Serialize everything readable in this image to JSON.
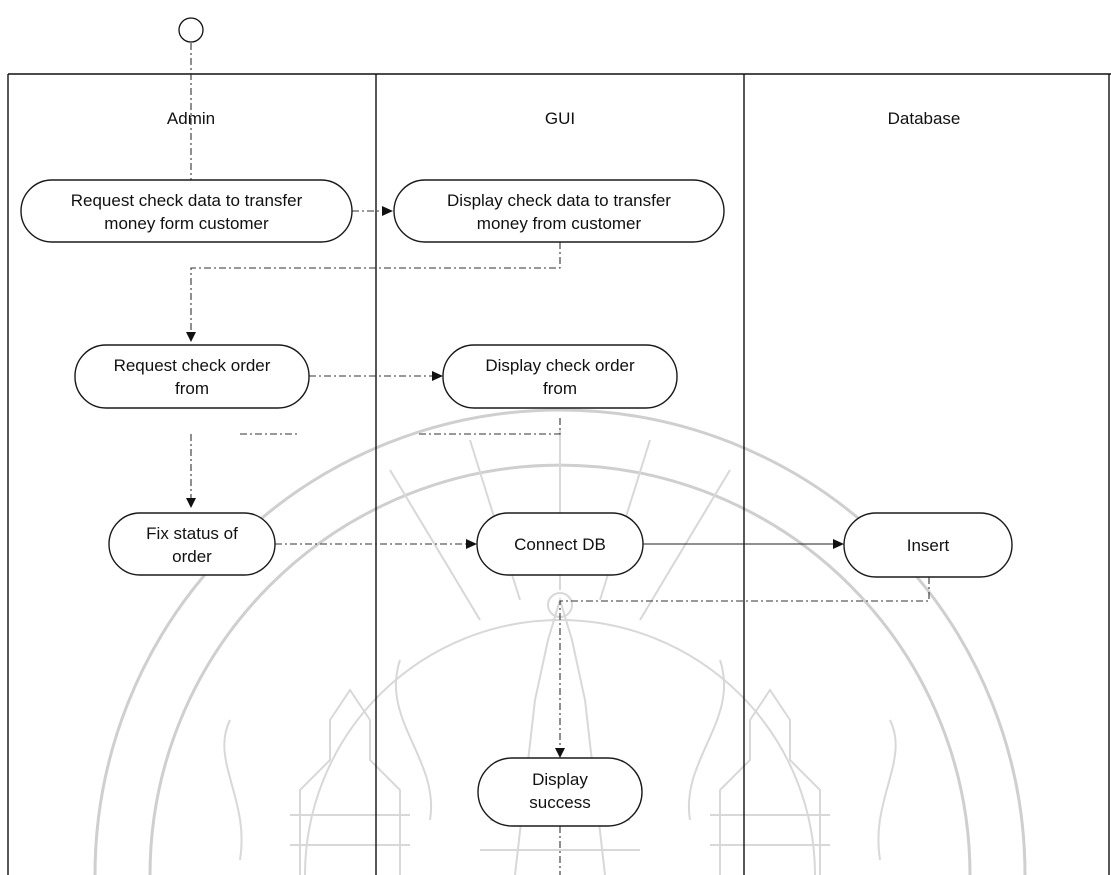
{
  "lanes": [
    {
      "title": "Admin"
    },
    {
      "title": "GUI"
    },
    {
      "title": "Database"
    }
  ],
  "nodes": {
    "request_transfer": {
      "line1": "Request check data to transfer",
      "line2": "money form customer"
    },
    "display_transfer": {
      "line1": "Display check data to transfer",
      "line2": "money from customer"
    },
    "request_order": {
      "line1": "Request check order",
      "line2": "from"
    },
    "display_order": {
      "line1": "Display check order",
      "line2": "from"
    },
    "fix_status": {
      "line1": "Fix status of",
      "line2": "order"
    },
    "connect_db": {
      "line1": "Connect DB"
    },
    "insert": {
      "line1": "Insert"
    },
    "display_success": {
      "line1": "Display",
      "line2": "success"
    }
  },
  "colors": {
    "line": "#111111",
    "watermark": "#cfcfcf",
    "background": "#ffffff"
  }
}
